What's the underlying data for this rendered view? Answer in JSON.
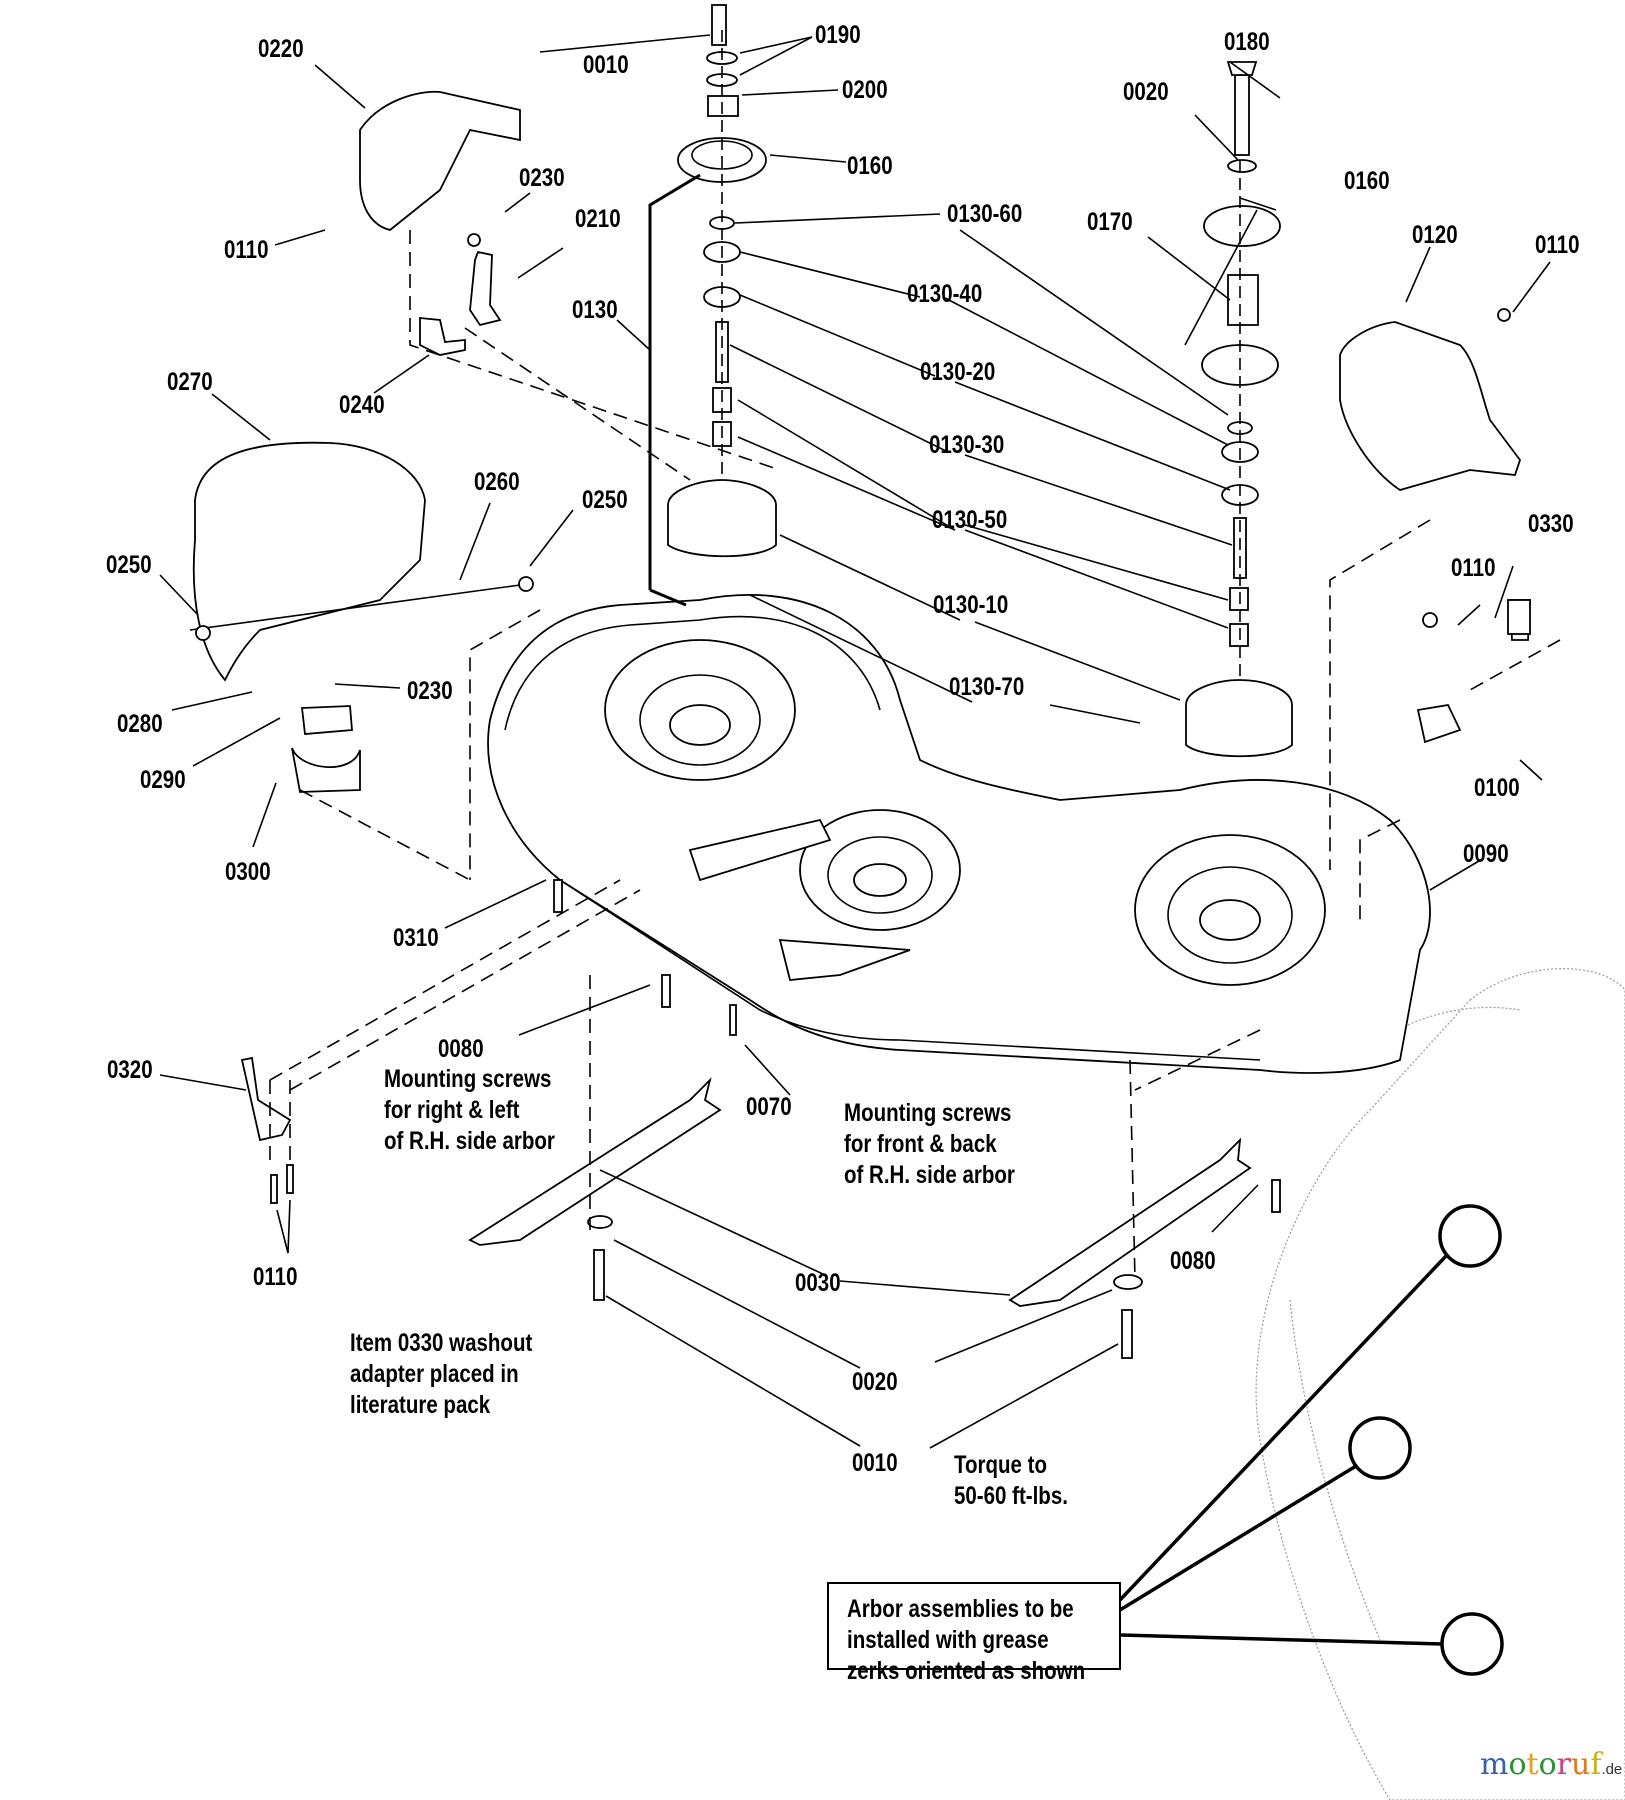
{
  "diagram": {
    "type": "exploded-parts-diagram",
    "subject": "Mower deck assembly",
    "callouts": [
      {
        "id": "c0220",
        "label": "0220"
      },
      {
        "id": "c0010a",
        "label": "0010"
      },
      {
        "id": "c0190",
        "label": "0190"
      },
      {
        "id": "c0200",
        "label": "0200"
      },
      {
        "id": "c0160a",
        "label": "0160"
      },
      {
        "id": "c0180",
        "label": "0180"
      },
      {
        "id": "c0020a",
        "label": "0020"
      },
      {
        "id": "c0160b",
        "label": "0160"
      },
      {
        "id": "c0170",
        "label": "0170"
      },
      {
        "id": "c0120",
        "label": "0120"
      },
      {
        "id": "c0110a",
        "label": "0110"
      },
      {
        "id": "c0110b",
        "label": "0110"
      },
      {
        "id": "c0230a",
        "label": "0230"
      },
      {
        "id": "c0210",
        "label": "0210"
      },
      {
        "id": "c0130",
        "label": "0130"
      },
      {
        "id": "c0130-60",
        "label": "0130-60"
      },
      {
        "id": "c0130-40",
        "label": "0130-40"
      },
      {
        "id": "c0130-20",
        "label": "0130-20"
      },
      {
        "id": "c0130-30",
        "label": "0130-30"
      },
      {
        "id": "c0130-50",
        "label": "0130-50"
      },
      {
        "id": "c0130-10",
        "label": "0130-10"
      },
      {
        "id": "c0130-70",
        "label": "0130-70"
      },
      {
        "id": "c0240",
        "label": "0240"
      },
      {
        "id": "c0270",
        "label": "0270"
      },
      {
        "id": "c0260",
        "label": "0260"
      },
      {
        "id": "c0250a",
        "label": "0250"
      },
      {
        "id": "c0250b",
        "label": "0250"
      },
      {
        "id": "c0230b",
        "label": "0230"
      },
      {
        "id": "c0280",
        "label": "0280"
      },
      {
        "id": "c0290",
        "label": "0290"
      },
      {
        "id": "c0300",
        "label": "0300"
      },
      {
        "id": "c0310",
        "label": "0310"
      },
      {
        "id": "c0330",
        "label": "0330"
      },
      {
        "id": "c0110c",
        "label": "0110"
      },
      {
        "id": "c0100",
        "label": "0100"
      },
      {
        "id": "c0090",
        "label": "0090"
      },
      {
        "id": "c0080a",
        "label": "0080"
      },
      {
        "id": "c0070",
        "label": "0070"
      },
      {
        "id": "c0320",
        "label": "0320"
      },
      {
        "id": "c0110d",
        "label": "0110"
      },
      {
        "id": "c0030",
        "label": "0030"
      },
      {
        "id": "c0080b",
        "label": "0080"
      },
      {
        "id": "c0020b",
        "label": "0020"
      },
      {
        "id": "c0010b",
        "label": "0010"
      }
    ],
    "notes": {
      "mount_rl": [
        "Mounting screws",
        "for right & left",
        "of R.H. side arbor"
      ],
      "mount_fb": [
        "Mounting screws",
        "for front & back",
        "of R.H. side arbor"
      ],
      "washout": [
        "Item 0330 washout",
        "adapter placed in",
        "literature pack"
      ],
      "torque": [
        "Torque to",
        "50-60 ft-lbs."
      ],
      "arbor_box": [
        "Arbor assemblies to be",
        "installed with grease",
        "zerks oriented as shown"
      ]
    },
    "watermark": {
      "letters": [
        {
          "ch": "m",
          "color": "#3a5fb0"
        },
        {
          "ch": "o",
          "color": "#2f8f3a"
        },
        {
          "ch": "t",
          "color": "#e0a020"
        },
        {
          "ch": "o",
          "color": "#2f8f3a"
        },
        {
          "ch": "r",
          "color": "#d0407a"
        },
        {
          "ch": "u",
          "color": "#e07a20"
        },
        {
          "ch": "f",
          "color": "#c8b020"
        }
      ],
      "suffix": ".de"
    }
  }
}
